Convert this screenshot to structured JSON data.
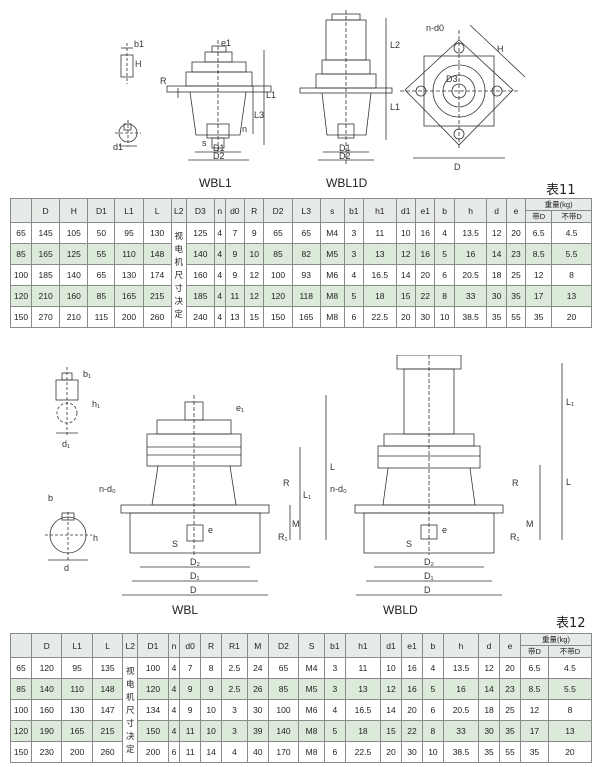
{
  "figures_top": {
    "wbl1": "WBL1",
    "wbl1d": "WBL1D",
    "dims": {
      "b1": "b1",
      "H": "H",
      "e1": "e1",
      "L1": "L1",
      "L2": "L2",
      "L3": "L3",
      "R": "R",
      "n": "n",
      "s": "s",
      "D1": "D1",
      "D2": "D2",
      "D": "D",
      "d0": "n-d0",
      "d1": "d1",
      "S": "S",
      "H2": "H",
      "D3": "D3"
    }
  },
  "table11": {
    "title": "表11",
    "headers": [
      "D",
      "H",
      "D1",
      "L1",
      "L",
      "L2",
      "D3",
      "n",
      "d0",
      "R",
      "D2",
      "L3",
      "s",
      "b1",
      "h1",
      "d1",
      "e1",
      "b",
      "h",
      "d",
      "e"
    ],
    "weight_header": "重量(kg)",
    "weight_sub": [
      "带D",
      "不带D"
    ],
    "merged_note": [
      "视",
      "电",
      "机",
      "尺",
      "寸",
      "决",
      "定"
    ],
    "rows": [
      {
        "id": "65",
        "left": [
          "145",
          "105",
          "50",
          "95",
          "130"
        ],
        "right": [
          "125",
          "4",
          "7",
          "9",
          "65",
          "65",
          "M4",
          "3",
          "11",
          "10",
          "16",
          "4",
          "13.5",
          "12",
          "20",
          "6.5",
          "4.5"
        ]
      },
      {
        "id": "85",
        "left": [
          "165",
          "125",
          "55",
          "110",
          "148"
        ],
        "right": [
          "140",
          "4",
          "9",
          "10",
          "85",
          "82",
          "M5",
          "3",
          "13",
          "12",
          "16",
          "5",
          "16",
          "14",
          "23",
          "8.5",
          "5.5"
        ]
      },
      {
        "id": "100",
        "left": [
          "185",
          "140",
          "65",
          "130",
          "174"
        ],
        "right": [
          "160",
          "4",
          "9",
          "12",
          "100",
          "93",
          "M6",
          "4",
          "16.5",
          "14",
          "20",
          "6",
          "20.5",
          "18",
          "25",
          "12",
          "8"
        ]
      },
      {
        "id": "120",
        "left": [
          "210",
          "160",
          "85",
          "165",
          "215"
        ],
        "right": [
          "185",
          "4",
          "11",
          "12",
          "120",
          "118",
          "M8",
          "5",
          "18",
          "15",
          "22",
          "8",
          "33",
          "30",
          "35",
          "17",
          "13"
        ]
      },
      {
        "id": "150",
        "left": [
          "270",
          "210",
          "115",
          "200",
          "260"
        ],
        "right": [
          "240",
          "4",
          "13",
          "15",
          "150",
          "165",
          "M8",
          "6",
          "22.5",
          "20",
          "30",
          "10",
          "38.5",
          "35",
          "55",
          "35",
          "20"
        ]
      }
    ]
  },
  "figures_bottom": {
    "wbl": "WBL",
    "wbld": "WBLD",
    "dims": {
      "b1": "b₁",
      "h1": "h₁",
      "d1": "d₁",
      "e1": "e₁",
      "L": "L",
      "L1": "L₁",
      "b": "b",
      "h": "h",
      "d": "d",
      "nd0": "n-d₀",
      "R": "R",
      "M": "M",
      "R1": "R₁",
      "S": "S",
      "e": "e",
      "D2": "D₂",
      "D1": "D₁",
      "D": "D"
    }
  },
  "table12": {
    "title": "表12",
    "headers": [
      "D",
      "L1",
      "L",
      "L2",
      "D1",
      "n",
      "d0",
      "R",
      "R1",
      "M",
      "D2",
      "S",
      "b1",
      "h1",
      "d1",
      "e1",
      "b",
      "h",
      "d",
      "e"
    ],
    "weight_header": "重量(kg)",
    "weight_sub": [
      "带D",
      "不带D"
    ],
    "merged_note": [
      "视",
      "电",
      "机",
      "尺",
      "寸",
      "决",
      "定"
    ],
    "rows": [
      {
        "id": "65",
        "left": [
          "120",
          "95",
          "135"
        ],
        "right": [
          "100",
          "4",
          "7",
          "8",
          "2.5",
          "24",
          "65",
          "M4",
          "3",
          "11",
          "10",
          "16",
          "4",
          "13.5",
          "12",
          "20",
          "6.5",
          "4.5"
        ]
      },
      {
        "id": "85",
        "left": [
          "140",
          "110",
          "148"
        ],
        "right": [
          "120",
          "4",
          "9",
          "9",
          "2.5",
          "26",
          "85",
          "M5",
          "3",
          "13",
          "12",
          "16",
          "5",
          "16",
          "14",
          "23",
          "8.5",
          "5.5"
        ]
      },
      {
        "id": "100",
        "left": [
          "160",
          "130",
          "147"
        ],
        "right": [
          "134",
          "4",
          "9",
          "10",
          "3",
          "30",
          "100",
          "M6",
          "4",
          "16.5",
          "14",
          "20",
          "6",
          "20.5",
          "18",
          "25",
          "12",
          "8"
        ]
      },
      {
        "id": "120",
        "left": [
          "190",
          "165",
          "215"
        ],
        "right": [
          "150",
          "4",
          "11",
          "10",
          "3",
          "39",
          "140",
          "M8",
          "5",
          "18",
          "15",
          "22",
          "8",
          "33",
          "30",
          "35",
          "17",
          "13"
        ]
      },
      {
        "id": "150",
        "left": [
          "230",
          "200",
          "260"
        ],
        "right": [
          "200",
          "6",
          "11",
          "14",
          "4",
          "40",
          "170",
          "M8",
          "6",
          "22.5",
          "20",
          "30",
          "10",
          "38.5",
          "35",
          "55",
          "35",
          "20"
        ]
      }
    ]
  }
}
